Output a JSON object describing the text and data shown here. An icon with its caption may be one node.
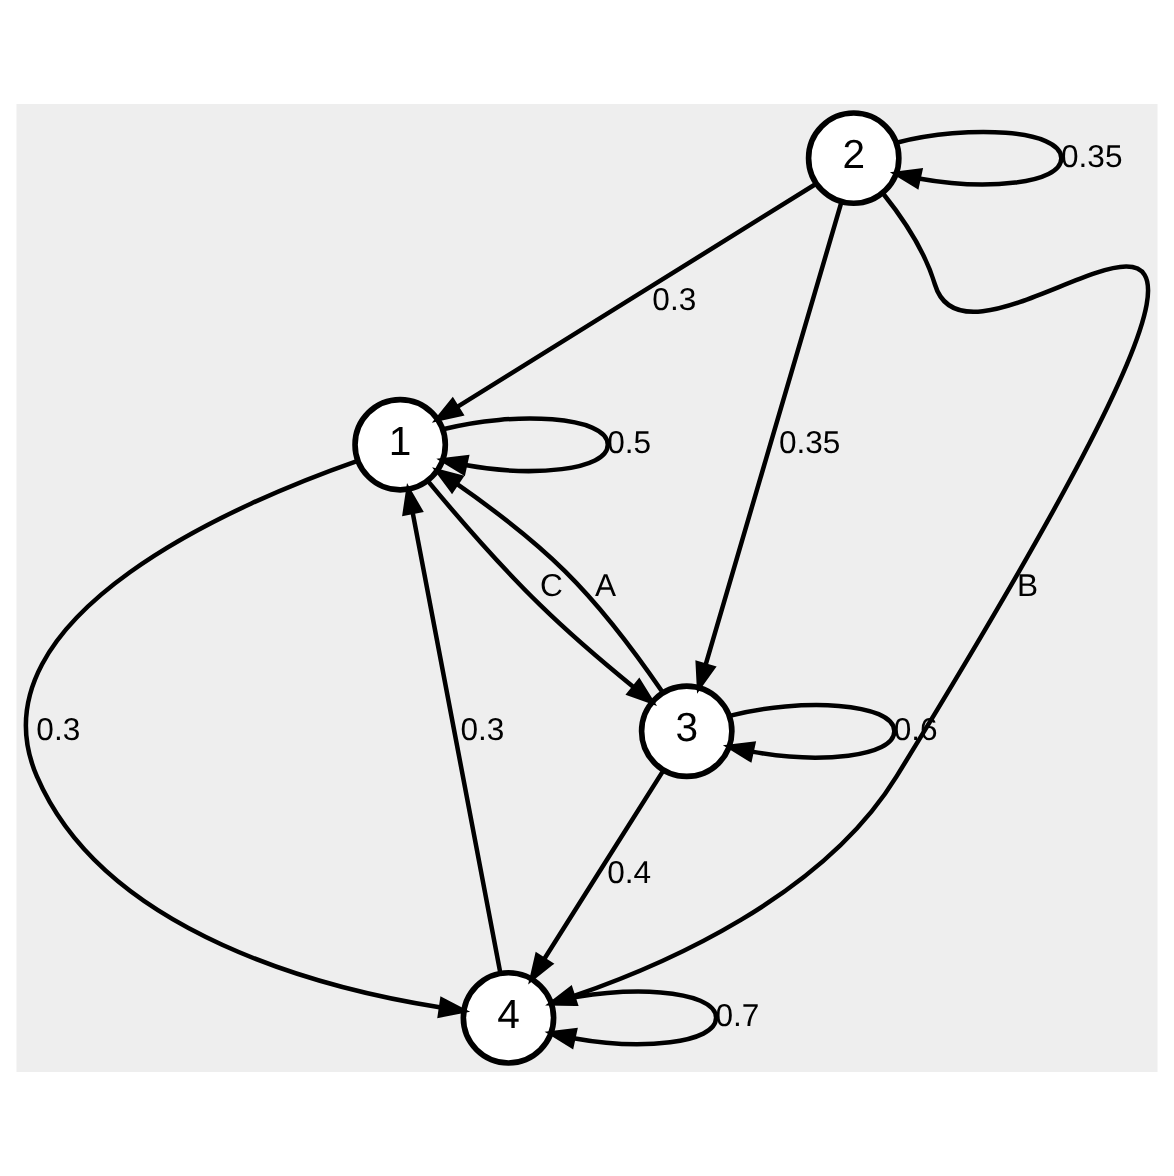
{
  "diagram": {
    "nodes": [
      {
        "text": [
          "1"
        ]
      },
      {
        "text": [
          "2"
        ]
      },
      {
        "text": [
          "3"
        ]
      },
      {
        "text": [
          "4"
        ]
      }
    ],
    "edges": [
      {
        "from": 0,
        "to": 0,
        "arrow": "to",
        "label": "0.5"
      },
      {
        "from": 1,
        "to": 0,
        "arrow": "to",
        "label": "0.3"
      },
      {
        "from": 1,
        "to": 1,
        "arrow": "to",
        "label": "0.35"
      },
      {
        "from": 0,
        "to": 3,
        "arrow": "to",
        "label": "0.3"
      },
      {
        "from": 0,
        "to": 2,
        "arrow": "to",
        "label": "C"
      },
      {
        "from": 2,
        "to": 0,
        "arrow": "to",
        "label": "A"
      },
      {
        "from": 1,
        "to": 2,
        "arrow": "to",
        "label": "0.35"
      },
      {
        "from": 1,
        "to": 3,
        "arrow": "to",
        "label": "B"
      },
      {
        "from": 2,
        "to": 3,
        "arrow": "to",
        "label": "0.4"
      },
      {
        "from": 2,
        "to": 2,
        "arrow": "to",
        "label": "0.6"
      },
      {
        "from": 3,
        "to": 0,
        "arrow": "to",
        "label": "0.3"
      },
      {
        "from": 3,
        "to": 3,
        "arrow": "to",
        "label": "0.7"
      }
    ]
  }
}
